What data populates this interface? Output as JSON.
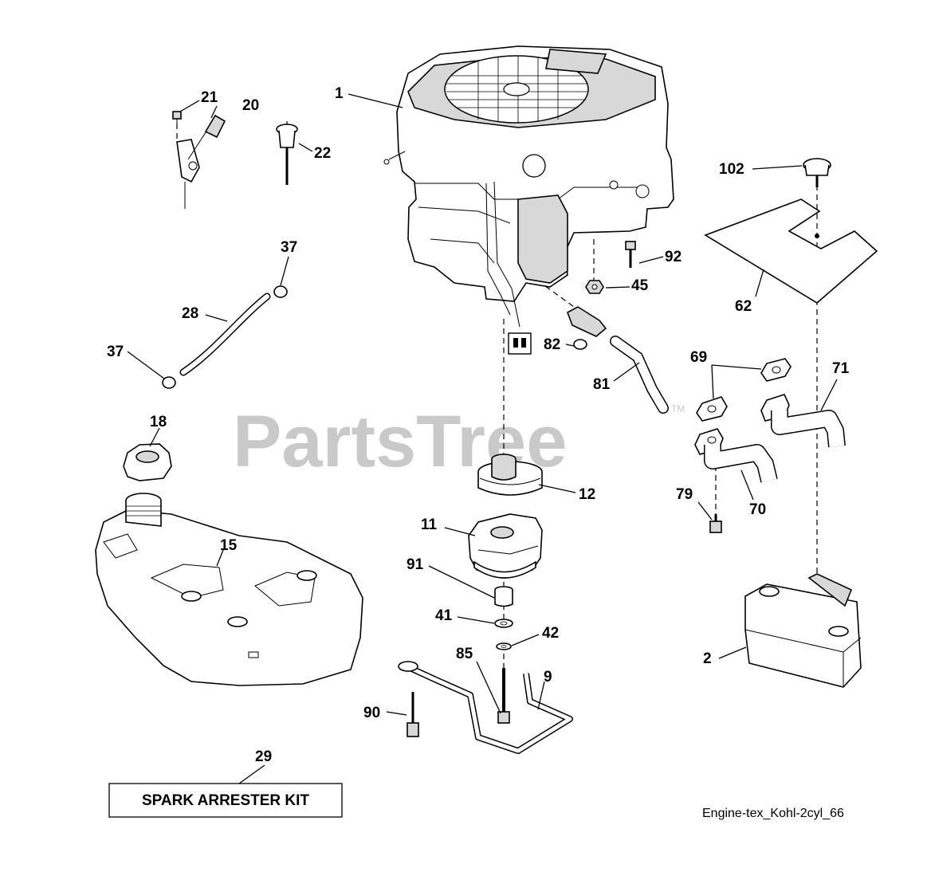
{
  "watermark": {
    "brand": "PartsTree",
    "trademark": "TM"
  },
  "diagram_code": "Engine-tex_Kohl-2cyl_66",
  "kit_label": "SPARK ARRESTER KIT",
  "callouts": {
    "engine": "1",
    "muffler": "2",
    "bracket": "9",
    "clutch": "11",
    "pulley": "12",
    "fuel_tank": "15",
    "fuel_cap": "18",
    "choke_bracket": "20",
    "screw_21": "21",
    "knob_22": "22",
    "fuel_hose": "28",
    "spark_arrester_kit": "29",
    "clamp_top": "37",
    "clamp_bottom": "37",
    "washer_41": "41",
    "washer_42": "42",
    "nut_45": "45",
    "heat_shield": "62",
    "gaskets": "69",
    "exhaust_pipe_70": "70",
    "exhaust_pipe_71": "71",
    "bolt_79": "79",
    "hose_81": "81",
    "fitting_82": "82",
    "bolt_85": "85",
    "bolt_90": "90",
    "spacer_91": "91",
    "bolt_92": "92",
    "knob_102": "102"
  }
}
